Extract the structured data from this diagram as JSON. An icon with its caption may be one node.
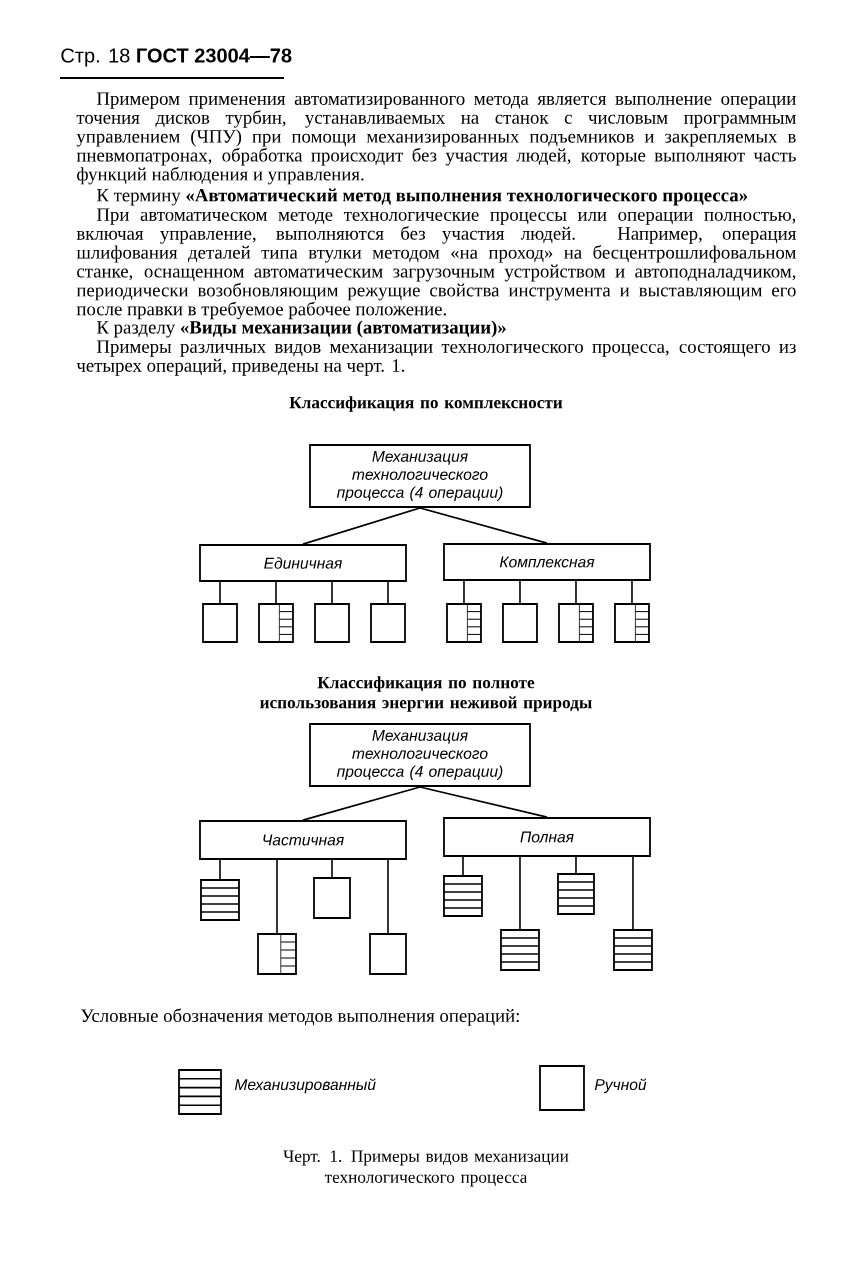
{
  "diagram": {
    "caption": "Черт. 1. Примеры видов механизации технологического процесса",
    "nodes": [
      {
        "text": [
          "Механизация технологического процесса (4 операции)"
        ]
      },
      {
        "text": [
          "Единичная"
        ]
      },
      {
        "text": [
          "Комплексная"
        ]
      },
      {
        "text": [],
        "shape": "box"
      },
      {
        "text": [],
        "shape": "box"
      },
      {
        "text": [],
        "shape": "box"
      },
      {
        "text": [],
        "shape": "box"
      },
      {
        "text": [],
        "shape": "box"
      },
      {
        "text": [],
        "shape": "box"
      },
      {
        "text": [],
        "shape": "box"
      },
      {
        "text": [],
        "shape": "box"
      },
      {
        "text": [
          "Механизация технологического процесса (4 операции)"
        ]
      },
      {
        "text": [
          "Частичная"
        ]
      },
      {
        "text": [
          "Полная"
        ]
      },
      {
        "text": [],
        "shape": "box"
      },
      {
        "text": [],
        "shape": "box"
      },
      {
        "text": [],
        "shape": "box"
      },
      {
        "text": [],
        "shape": "box"
      },
      {
        "text": [],
        "shape": "box"
      },
      {
        "text": [],
        "shape": "box"
      },
      {
        "text": [],
        "shape": "box"
      },
      {
        "text": [],
        "shape": "box"
      }
    ],
    "edges": [
      {
        "from": 0,
        "to": 1,
        "arrow": "none"
      },
      {
        "from": 0,
        "to": 2,
        "arrow": "none"
      },
      {
        "from": 1,
        "to": 3,
        "arrow": "none"
      },
      {
        "from": 1,
        "to": 4,
        "arrow": "none"
      },
      {
        "from": 1,
        "to": 5,
        "arrow": "none"
      },
      {
        "from": 1,
        "to": 6,
        "arrow": "none"
      },
      {
        "from": 2,
        "to": 7,
        "arrow": "none"
      },
      {
        "from": 2,
        "to": 8,
        "arrow": "none"
      },
      {
        "from": 2,
        "to": 9,
        "arrow": "none"
      },
      {
        "from": 2,
        "to": 10,
        "arrow": "none"
      },
      {
        "from": 11,
        "to": 12,
        "arrow": "none"
      },
      {
        "from": 11,
        "to": 13,
        "arrow": "none"
      },
      {
        "from": 12,
        "to": 14,
        "arrow": "none"
      },
      {
        "from": 12,
        "to": 15,
        "arrow": "none"
      },
      {
        "from": 12,
        "to": 16,
        "arrow": "none"
      },
      {
        "from": 12,
        "to": 17,
        "arrow": "none"
      },
      {
        "from": 13,
        "to": 18,
        "arrow": "none"
      },
      {
        "from": 13,
        "to": 19,
        "arrow": "none"
      },
      {
        "from": 13,
        "to": 20,
        "arrow": "none"
      },
      {
        "from": 13,
        "to": 21,
        "arrow": "none"
      }
    ],
    "labels": [
      "Стр. 18 **ГОСТ 23004—78**",
      "Примером применения автоматизированного метода является выполнение операции точения дисков турбин, устанавливаемых на станок с числовым программным управлением (ЧПУ) при помощи механизированных подъемников и закрепляемых в пневмопатронах, обработка происходит без участия людей, которые выполняют часть функций наблюдения и управления.",
      "К термину **«Автоматический метод выполнения технологического процесса»**",
      "При автоматическом методе технологические процессы или операции полностью, включая управление, выполняются без участия людей. Например, операция шлифования деталей типа втулки методом «на проход» на бесцентрошлифовальном станке, оснащенном автоматическим загрузочным устройством и автоподналадчиком, периодически возобновляющим режущие свойства инструмента и выставляющим его после правки в требуемое рабочее положение.",
      "К разделу **«Виды механизации (автоматизации)»**",
      "Примеры различных видов механизации технологического процесса, состоящего из четырех операций, приведены на черт. 1.",
      "Классификация по комплексности",
      "Классификация по полноте использования энергии неживой природы",
      "Условные обозначения методов выполнения операций:"
    ],
    "legend": [
      {
        "text": "Механизированный"
      },
      {
        "text": "Ручной"
      }
    ]
  }
}
